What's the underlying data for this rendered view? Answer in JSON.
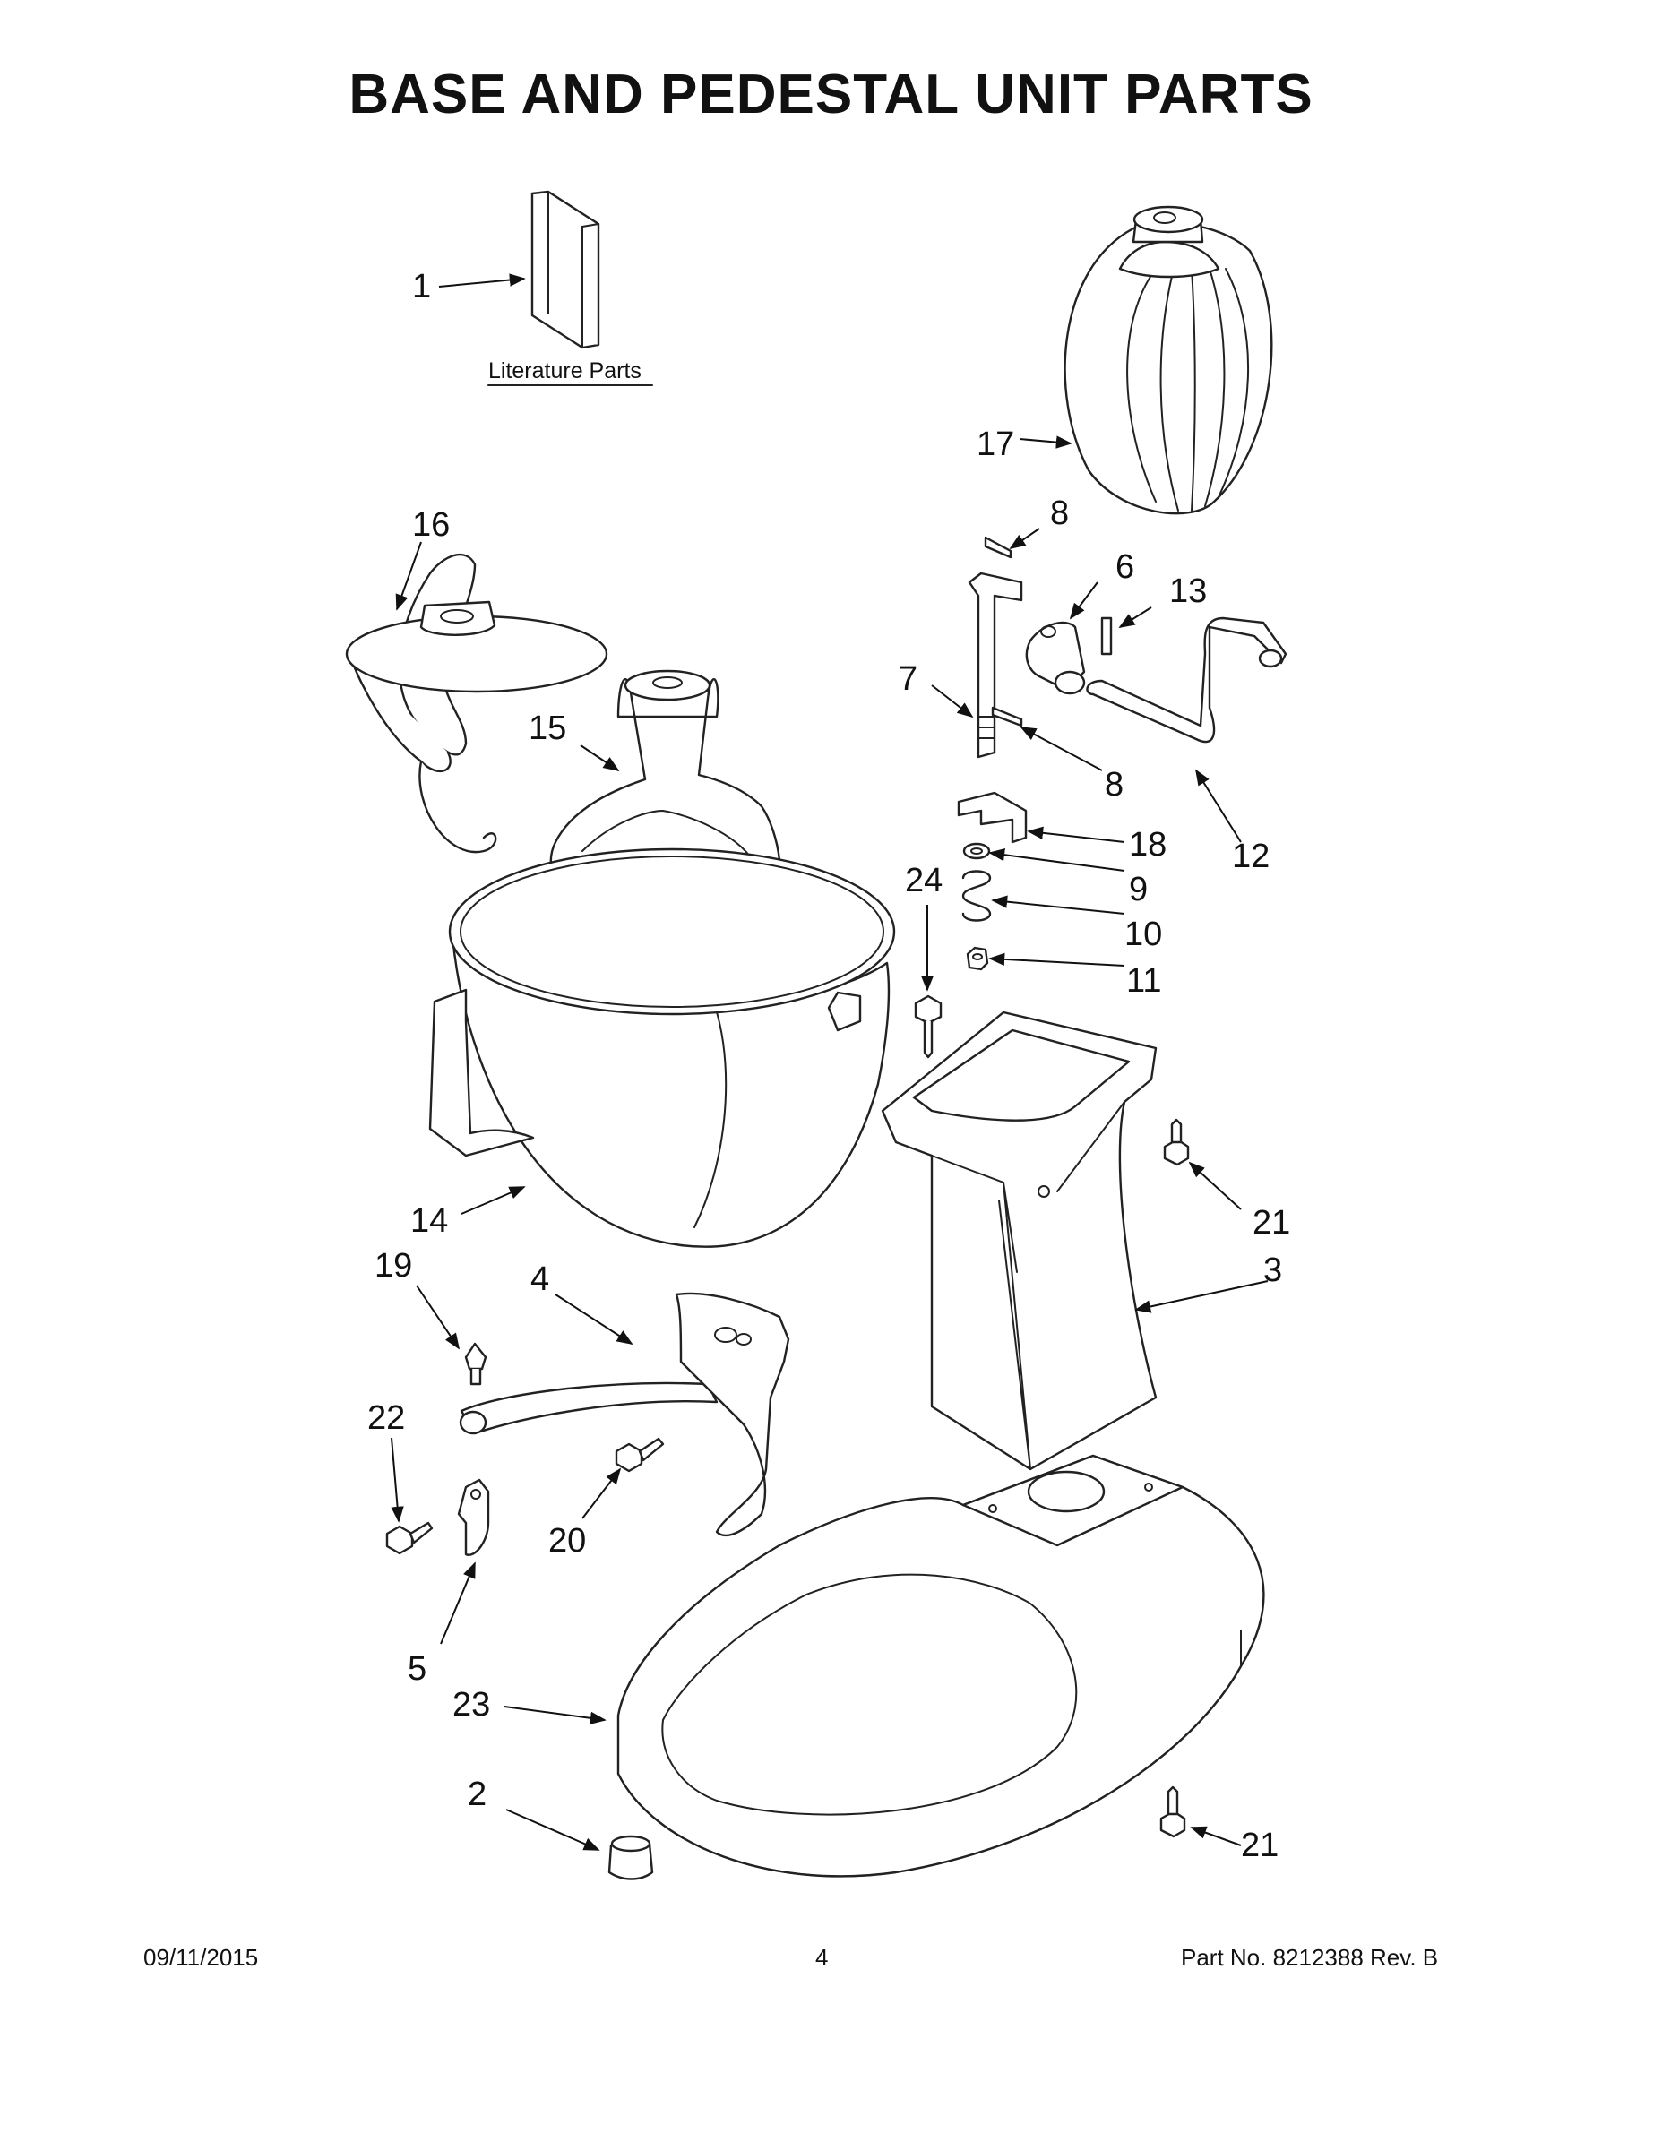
{
  "title": "BASE AND PEDESTAL UNIT PARTS",
  "literature_label": "Literature Parts",
  "callouts": {
    "c1": "1",
    "c2": "2",
    "c3": "3",
    "c4": "4",
    "c5": "5",
    "c6": "6",
    "c7": "7",
    "c8a": "8",
    "c8b": "8",
    "c9": "9",
    "c10": "10",
    "c11": "11",
    "c12": "12",
    "c13": "13",
    "c14": "14",
    "c15": "15",
    "c16": "16",
    "c17": "17",
    "c18": "18",
    "c19": "19",
    "c20": "20",
    "c21a": "21",
    "c21b": "21",
    "c22": "22",
    "c23": "23",
    "c24": "24"
  },
  "footer": {
    "date": "09/11/2015",
    "page": "4",
    "part_no": "Part No.  8212388   Rev.  B"
  }
}
